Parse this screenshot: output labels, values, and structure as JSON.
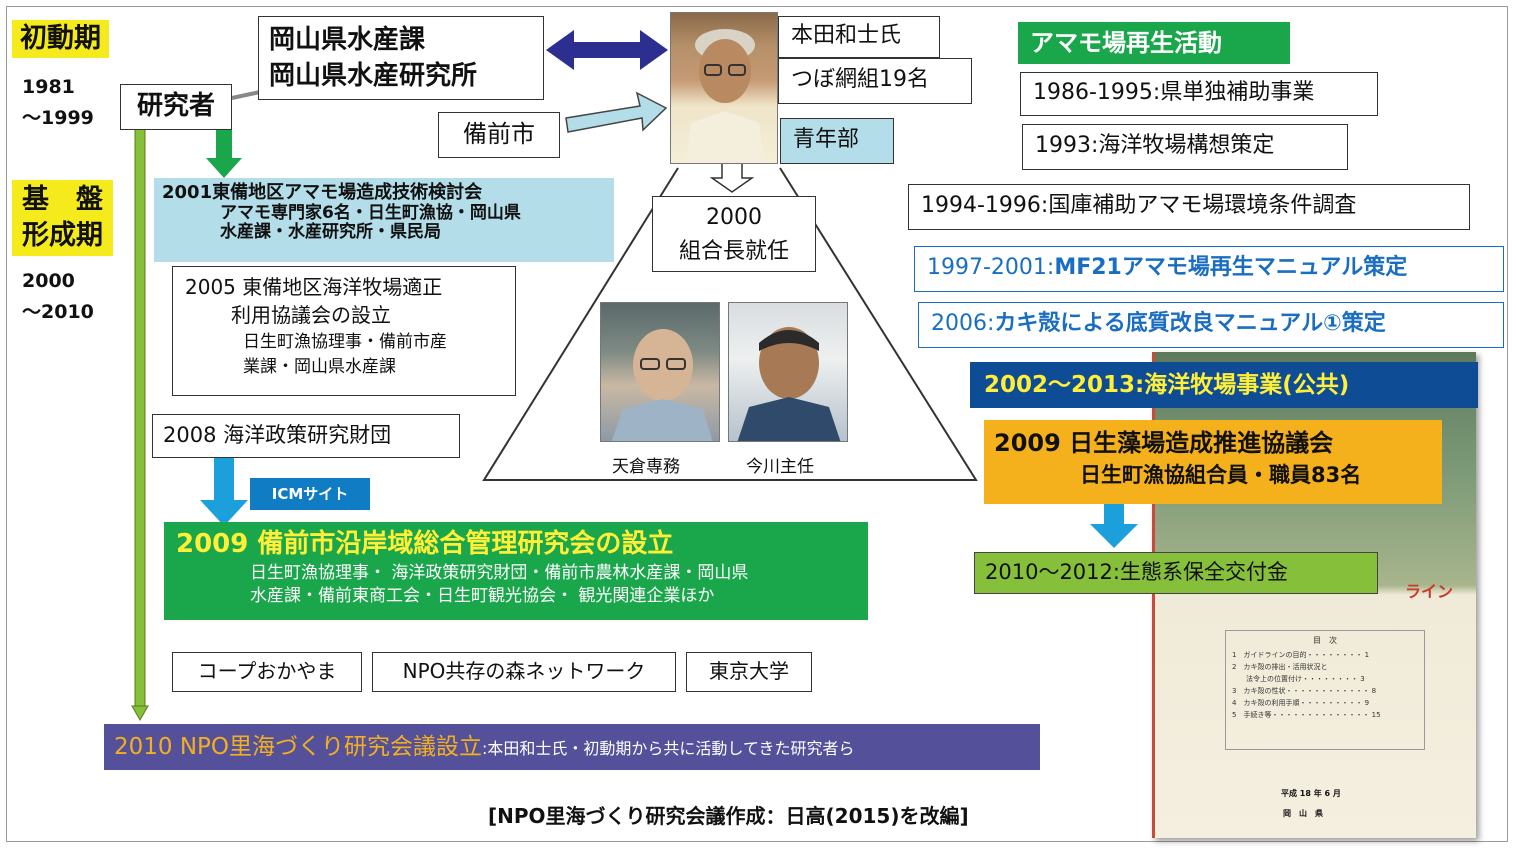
{
  "periods": {
    "initial": {
      "label": "初動期",
      "range": [
        "1981",
        "～1999"
      ]
    },
    "foundation": {
      "label_line1": "基　盤",
      "label_line2": "形成期",
      "range": [
        "2000",
        "～2010"
      ]
    }
  },
  "left": {
    "prefecture_box": [
      "岡山県水産課",
      "岡山県水産研究所"
    ],
    "researcher": "研究者",
    "bizen_city": "備前市",
    "study_2001": {
      "title": "2001東備地区アマモ場造成技術検討会",
      "members": [
        "アマモ専門家6名・日生町漁協・岡山県",
        "水産課・水産研究所・県民局"
      ]
    },
    "council_2005": {
      "title": [
        "2005 東備地区海洋牧場適正",
        "利用協議会の設立"
      ],
      "members": [
        "日生町漁協理事・備前市産",
        "業課・岡山県水産課"
      ]
    },
    "foundation_2008": "2008 海洋政策研究財団",
    "icm_label": "ICMサイト",
    "society_2009": {
      "title": "2009 備前市沿岸域総合管理研究会の設立",
      "members": [
        "日生町漁協理事・ 海洋政策研究財団・備前市農林水産課・岡山県",
        "水産課・備前東商工会・日生町観光協会・ 観光関連企業ほか"
      ]
    },
    "partners": [
      "コープおかやま",
      "NPO共存の森ネットワーク",
      "東京大学"
    ],
    "npo_2010": {
      "title": "2010 NPO里海づくり研究会議設立",
      "detail": ":本田和士氏・初動期から共に活動してきた研究者ら"
    }
  },
  "center": {
    "person_name": "本田和士氏",
    "tsubo_group": "つぼ網組19名",
    "youth": "青年部",
    "chairman": [
      "2000",
      "組合長就任"
    ],
    "photo1_caption": "天倉専務",
    "photo2_caption": "今川主任"
  },
  "right": {
    "header": "アマモ場再生活動",
    "items": [
      "1986-1995:県単独補助事業",
      "1993:海洋牧場構想策定",
      "1994-1996:国庫補助アマモ場環境条件調査"
    ],
    "mf21": {
      "year": "1997-2001:",
      "text": "MF21アマモ場再生マニュアル策定"
    },
    "kaki": {
      "year": "2006:",
      "text": "カキ殻による底質改良マニュアル①策定"
    },
    "public_works": "2002～2013:海洋牧場事業(公共)",
    "hinase_2009": {
      "title": "2009 日生藻場造成推進協議会",
      "sub": "日生町漁協組合員・職員83名"
    },
    "grant": "2010～2012:生態系保全交付金",
    "manual_cover": {
      "title_fragment": "ライン",
      "toc_title": "目　次",
      "toc": [
        "1　ガイドラインの目的・・・・・・・・ 1",
        "2　カキ殻の排出・活用状況と",
        "　　法令上の位置付け・・・・・・・・ 3",
        "3　カキ殻の性状・・・・・・・・・・・・ 8",
        "4　カキ殻の利用手順・・・・・・・・・ 9",
        "5　手続き等・・・・・・・・・・・・・・ 15"
      ],
      "date": "平成 18 年 6 月",
      "issuer": "岡　山　県"
    }
  },
  "source": "[NPO里海づくり研究会議作成：日高(2015)を改編]",
  "colors": {
    "yellow": "#f4ea1c",
    "green": "#1aa64a",
    "light_blue": "#b3dde8",
    "purple": "#55509a",
    "orange": "#f5b11b",
    "navy": "#0f4c96",
    "arrow_blue": "#1ca0dc",
    "arrow_green": "#86bf3a"
  }
}
